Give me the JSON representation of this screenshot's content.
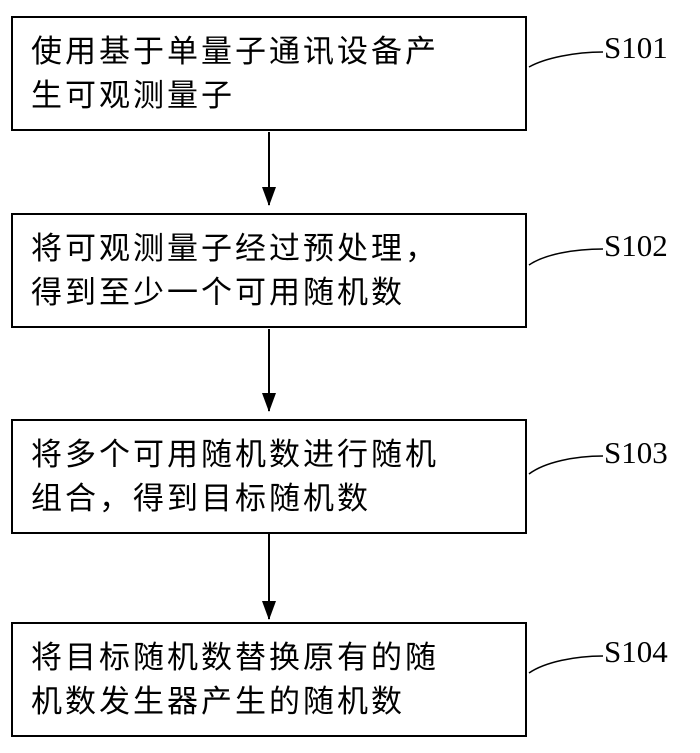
{
  "colors": {
    "line": "#000000",
    "background": "#ffffff"
  },
  "steps": [
    {
      "id": "S101",
      "text": "使用基于单量子通讯设备产\n生可观测量子"
    },
    {
      "id": "S102",
      "text": "将可观测量子经过预处理，\n得到至少一个可用随机数"
    },
    {
      "id": "S103",
      "text": "将多个可用随机数进行随机\n组合，得到目标随机数"
    },
    {
      "id": "S104",
      "text": "将目标随机数替换原有的随\n机数发生器产生的随机数"
    }
  ]
}
